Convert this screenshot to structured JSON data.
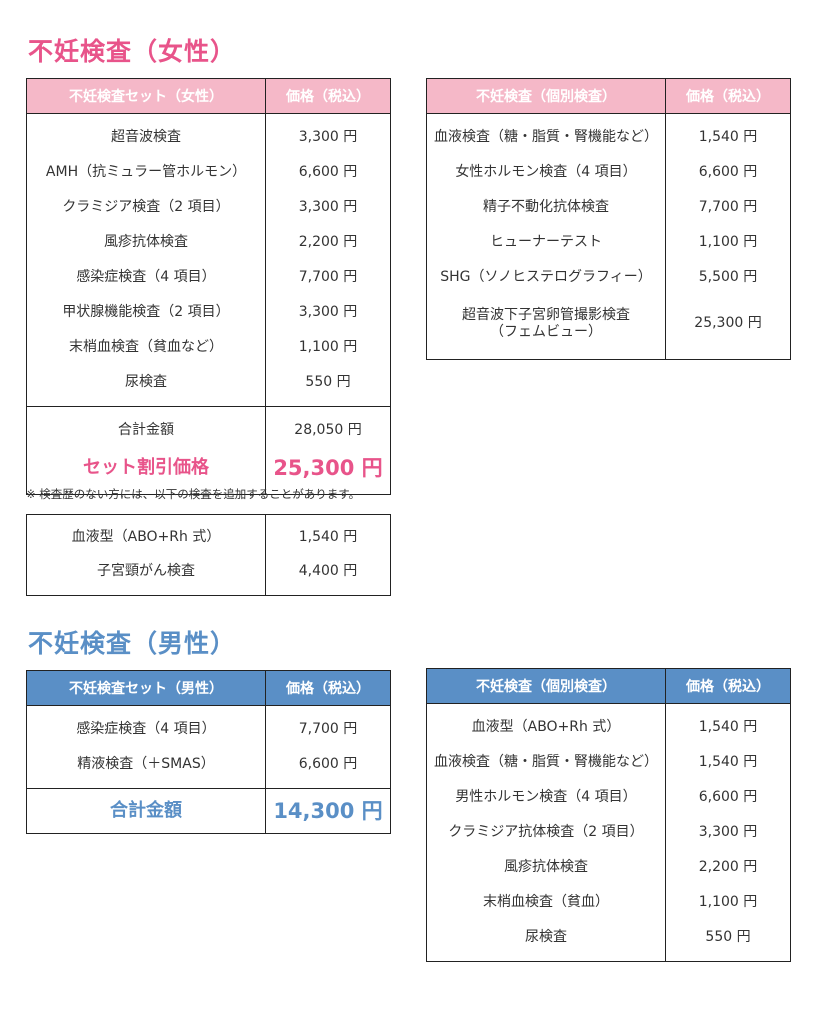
{
  "female": {
    "heading": "不妊検査（女性）",
    "set_table": {
      "headers": [
        "不妊検査セット（女性）",
        "価格（税込）"
      ],
      "rows": [
        {
          "item": "超音波検査",
          "price": "3,300 円"
        },
        {
          "item": "AMH（抗ミュラー管ホルモン）",
          "price": "6,600 円"
        },
        {
          "item": "クラミジア検査（2 項目）",
          "price": "3,300 円"
        },
        {
          "item": "風疹抗体検査",
          "price": "2,200 円"
        },
        {
          "item": "感染症検査（4 項目）",
          "price": "7,700 円"
        },
        {
          "item": "甲状腺機能検査（2 項目）",
          "price": "3,300 円"
        },
        {
          "item": "末梢血検査（貧血など）",
          "price": "1,100 円"
        },
        {
          "item": "尿検査",
          "price": "550 円"
        }
      ],
      "total_label": "合計金額",
      "total_price": "28,050 円",
      "discount_label": "セット割引価格",
      "discount_price": "25,300 円"
    },
    "individual_table": {
      "headers": [
        "不妊検査（個別検査）",
        "価格（税込）"
      ],
      "rows": [
        {
          "item": "血液検査（糖・脂質・腎機能など）",
          "price": "1,540 円"
        },
        {
          "item": "女性ホルモン検査（4 項目）",
          "price": "6,600 円"
        },
        {
          "item": "精子不動化抗体検査",
          "price": "7,700 円"
        },
        {
          "item": "ヒューナーテスト",
          "price": "1,100 円"
        },
        {
          "item": "SHG（ソノヒステログラフィー）",
          "price": "5,500 円"
        },
        {
          "item_line1": "超音波下子宮卵管撮影検査",
          "item_line2": "（フェムビュー）",
          "price": "25,300 円"
        }
      ]
    },
    "note": "※ 検査歴のない方には、以下の検査を追加することがあります。",
    "extra_table": {
      "rows": [
        {
          "item": "血液型（ABO+Rh 式）",
          "price": "1,540 円"
        },
        {
          "item": "子宮頸がん検査",
          "price": "4,400 円"
        }
      ]
    }
  },
  "male": {
    "heading": "不妊検査（男性）",
    "set_table": {
      "headers": [
        "不妊検査セット（男性）",
        "価格（税込）"
      ],
      "rows": [
        {
          "item": "感染症検査（4 項目）",
          "price": "7,700 円"
        },
        {
          "item": "精液検査（＋SMAS）",
          "price": "6,600 円"
        }
      ],
      "total_label": "合計金額",
      "total_price": "14,300 円"
    },
    "individual_table": {
      "headers": [
        "不妊検査（個別検査）",
        "価格（税込）"
      ],
      "rows": [
        {
          "item": "血液型（ABO+Rh 式）",
          "price": "1,540 円"
        },
        {
          "item": "血液検査（糖・脂質・腎機能など）",
          "price": "1,540 円"
        },
        {
          "item": "男性ホルモン検査（4 項目）",
          "price": "6,600 円"
        },
        {
          "item": "クラミジア抗体検査（2 項目）",
          "price": "3,300 円"
        },
        {
          "item": "風疹抗体検査",
          "price": "2,200 円"
        },
        {
          "item": "末梢血検査（貧血）",
          "price": "1,100 円"
        },
        {
          "item": "尿検査",
          "price": "550 円"
        }
      ]
    }
  },
  "colors": {
    "pink": "#e8548a",
    "pink_header": "#f5b8c8",
    "blue": "#5a8fc6"
  }
}
